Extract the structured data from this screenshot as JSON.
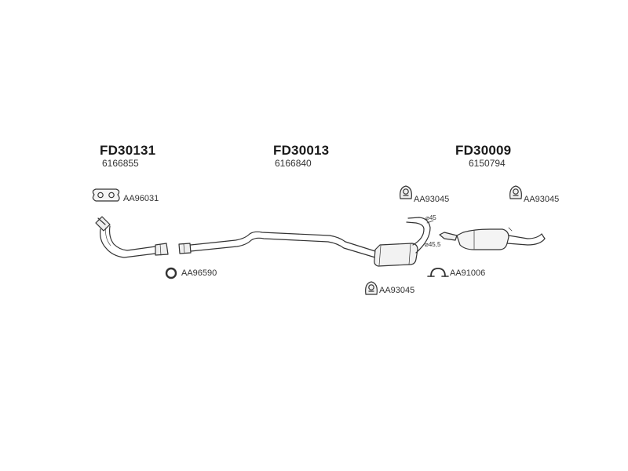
{
  "sections": [
    {
      "code": "FD30131",
      "oem": "6166855"
    },
    {
      "code": "FD30013",
      "oem": "6166840"
    },
    {
      "code": "FD30009",
      "oem": "6150794"
    }
  ],
  "accessories": {
    "gasket": "AA96031",
    "ring": "AA96590",
    "hanger_rear_1": "AA93045",
    "hanger_rear_2": "AA93045",
    "hanger_mid": "AA93045",
    "clamp": "AA91006"
  },
  "dimensions": {
    "d_upper": "⌀45",
    "d_lower": "⌀45,5"
  },
  "colors": {
    "outline": "#333333",
    "text": "#333333"
  }
}
